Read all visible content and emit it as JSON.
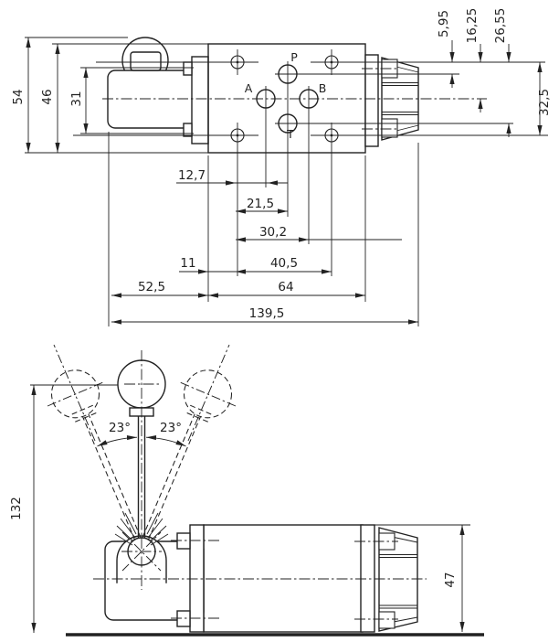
{
  "drawing": {
    "title": "hand-lever directional valve dimensional drawing",
    "colors": {
      "line": "#222222",
      "background": "#ffffff"
    },
    "top_view": {
      "port_labels": {
        "a": "A",
        "b": "B",
        "p": "P",
        "t": "T"
      },
      "dims": {
        "d54": "54",
        "d46": "46",
        "d31": "31",
        "d595": "5,95",
        "d1625": "16,25",
        "d2655": "26,55",
        "d325": "32,5",
        "d127": "12,7",
        "d215": "21,5",
        "d302": "30,2",
        "d11": "11",
        "d405": "40,5",
        "d525": "52,5",
        "d64": "64",
        "d1395": "139,5"
      }
    },
    "bottom_view": {
      "dims": {
        "d132": "132",
        "d47": "47",
        "angle_left": "23°",
        "angle_right": "23°"
      }
    }
  }
}
